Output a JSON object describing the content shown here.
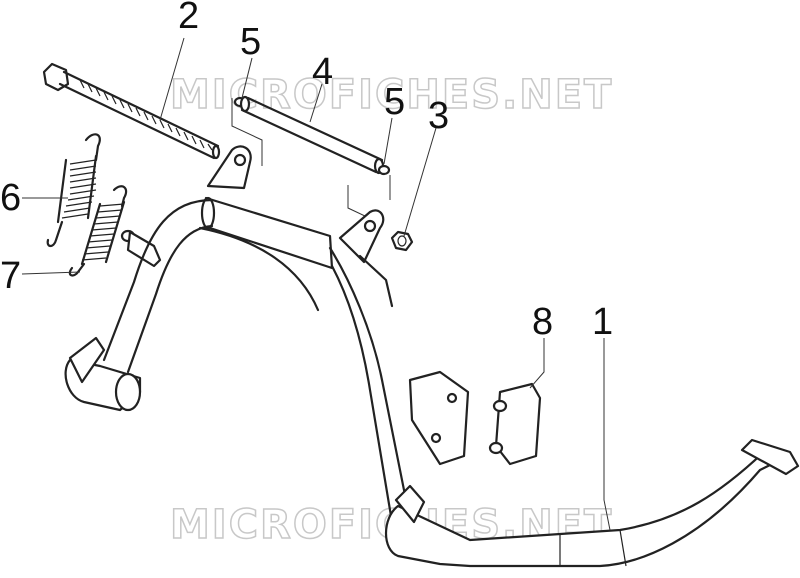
{
  "watermark": {
    "top": "MICROFICHES.NET",
    "bottom": "MICROFICHES.NET"
  },
  "callouts": {
    "c1": "1",
    "c2": "2",
    "c3": "3",
    "c4": "4",
    "c5a": "5",
    "c5b": "5",
    "c6": "6",
    "c7": "7",
    "c8": "8"
  }
}
